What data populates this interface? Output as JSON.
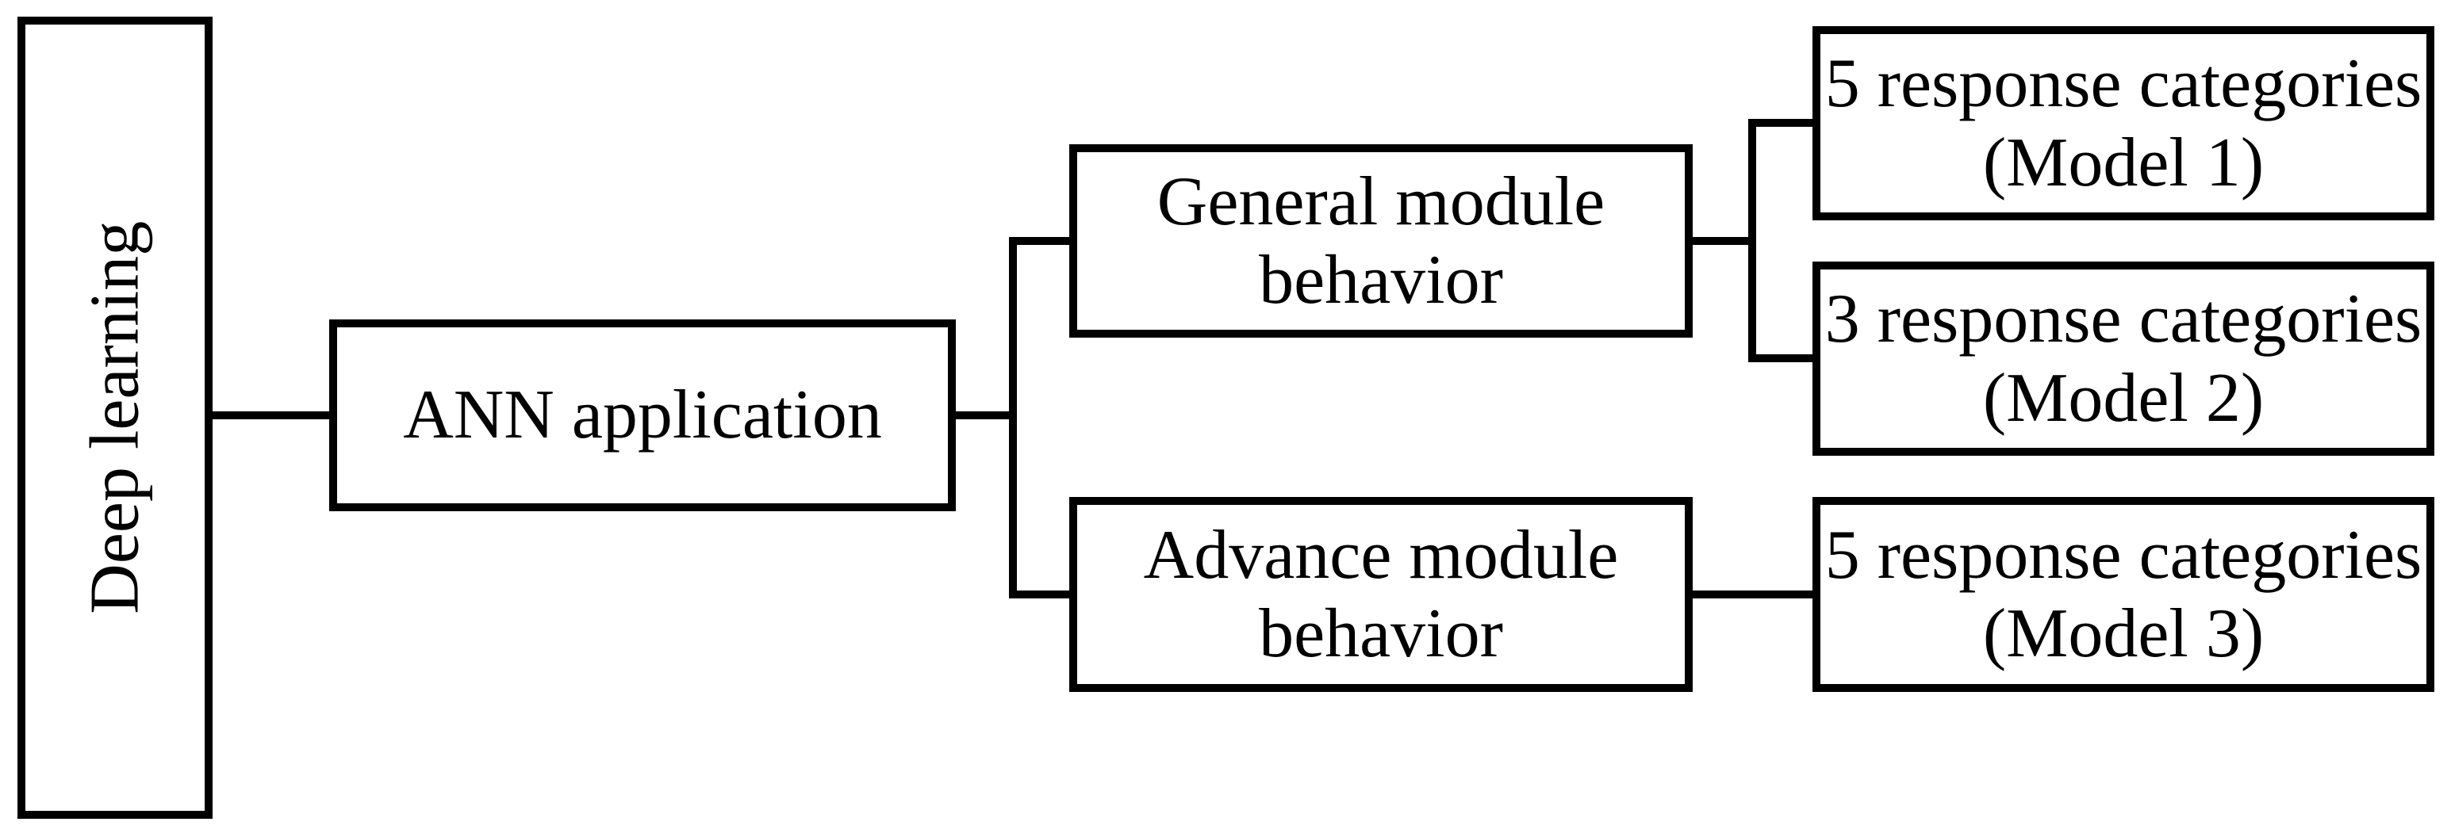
{
  "colors": {
    "line": "#000000",
    "text": "#000000",
    "background": "#ffffff"
  },
  "nodes": {
    "deep_learning": {
      "label": "Deep learning"
    },
    "ann_application": {
      "label": "ANN application"
    },
    "general_module": {
      "line1": "General module",
      "line2": "behavior"
    },
    "advance_module": {
      "line1": "Advance module",
      "line2": "behavior"
    },
    "model_1": {
      "line1": "5 response categories",
      "line2": "(Model 1)"
    },
    "model_2": {
      "line1": "3 response categories",
      "line2": "(Model 2)"
    },
    "model_3": {
      "line1": "5 response categories",
      "line2": "(Model 3)"
    }
  },
  "edges": [
    {
      "from": "deep_learning",
      "to": "ann_application"
    },
    {
      "from": "ann_application",
      "to": "general_module"
    },
    {
      "from": "ann_application",
      "to": "advance_module"
    },
    {
      "from": "general_module",
      "to": "model_1"
    },
    {
      "from": "general_module",
      "to": "model_2"
    },
    {
      "from": "advance_module",
      "to": "model_3"
    }
  ]
}
